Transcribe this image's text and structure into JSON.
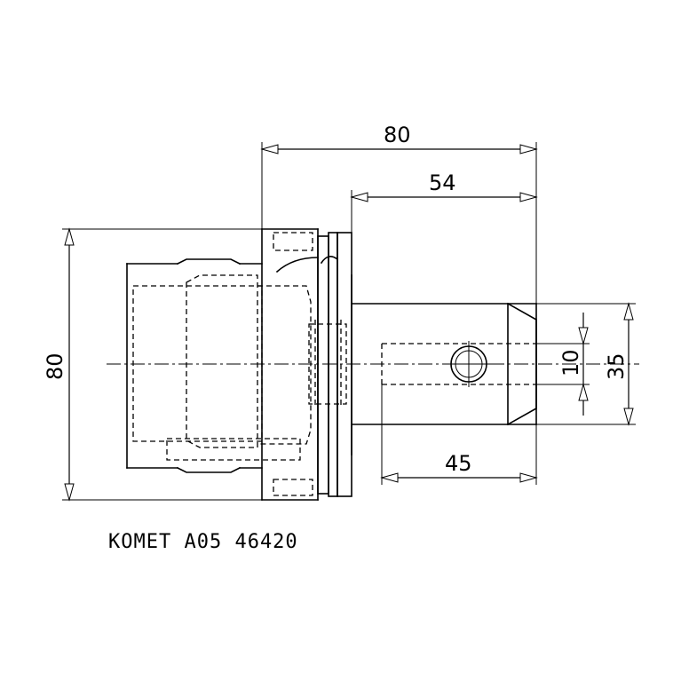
{
  "dimensions": {
    "overall_length": "80",
    "shank_length": "54",
    "shank_cut_length": "45",
    "flange_diameter": "80",
    "shank_diameter": "35",
    "hole_diameter": "10"
  },
  "part_label": "KOMET A05 46420"
}
